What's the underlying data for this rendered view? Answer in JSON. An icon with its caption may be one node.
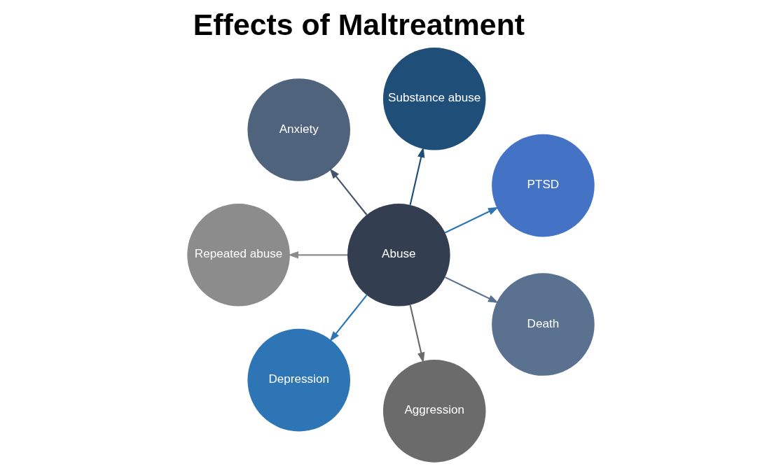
{
  "diagram": {
    "title": "Effects of Maltreatment",
    "nodes": [
      {
        "text": [
          "Abuse"
        ]
      },
      {
        "text": [
          "PTSD"
        ]
      },
      {
        "text": [
          "Substance abuse"
        ]
      },
      {
        "text": [
          "Anxiety"
        ]
      },
      {
        "text": [
          "Repeated abuse"
        ]
      },
      {
        "text": [
          "Depression"
        ]
      },
      {
        "text": [
          "Aggression"
        ]
      },
      {
        "text": [
          "Death"
        ]
      }
    ],
    "edges": [
      {
        "from": 0,
        "to": 1,
        "arrow": "to",
        "color": "#2e75b6"
      },
      {
        "from": 0,
        "to": 2,
        "arrow": "to",
        "color": "#1f4e79"
      },
      {
        "from": 0,
        "to": 3,
        "arrow": "to",
        "color": "#44546a"
      },
      {
        "from": 0,
        "to": 4,
        "arrow": "to",
        "color": "#8c8c8c"
      },
      {
        "from": 0,
        "to": 5,
        "arrow": "to",
        "color": "#2e75b6"
      },
      {
        "from": 0,
        "to": 6,
        "arrow": "to",
        "color": "#6b6b6b"
      },
      {
        "from": 0,
        "to": 7,
        "arrow": "to",
        "color": "#5a7190"
      }
    ]
  }
}
